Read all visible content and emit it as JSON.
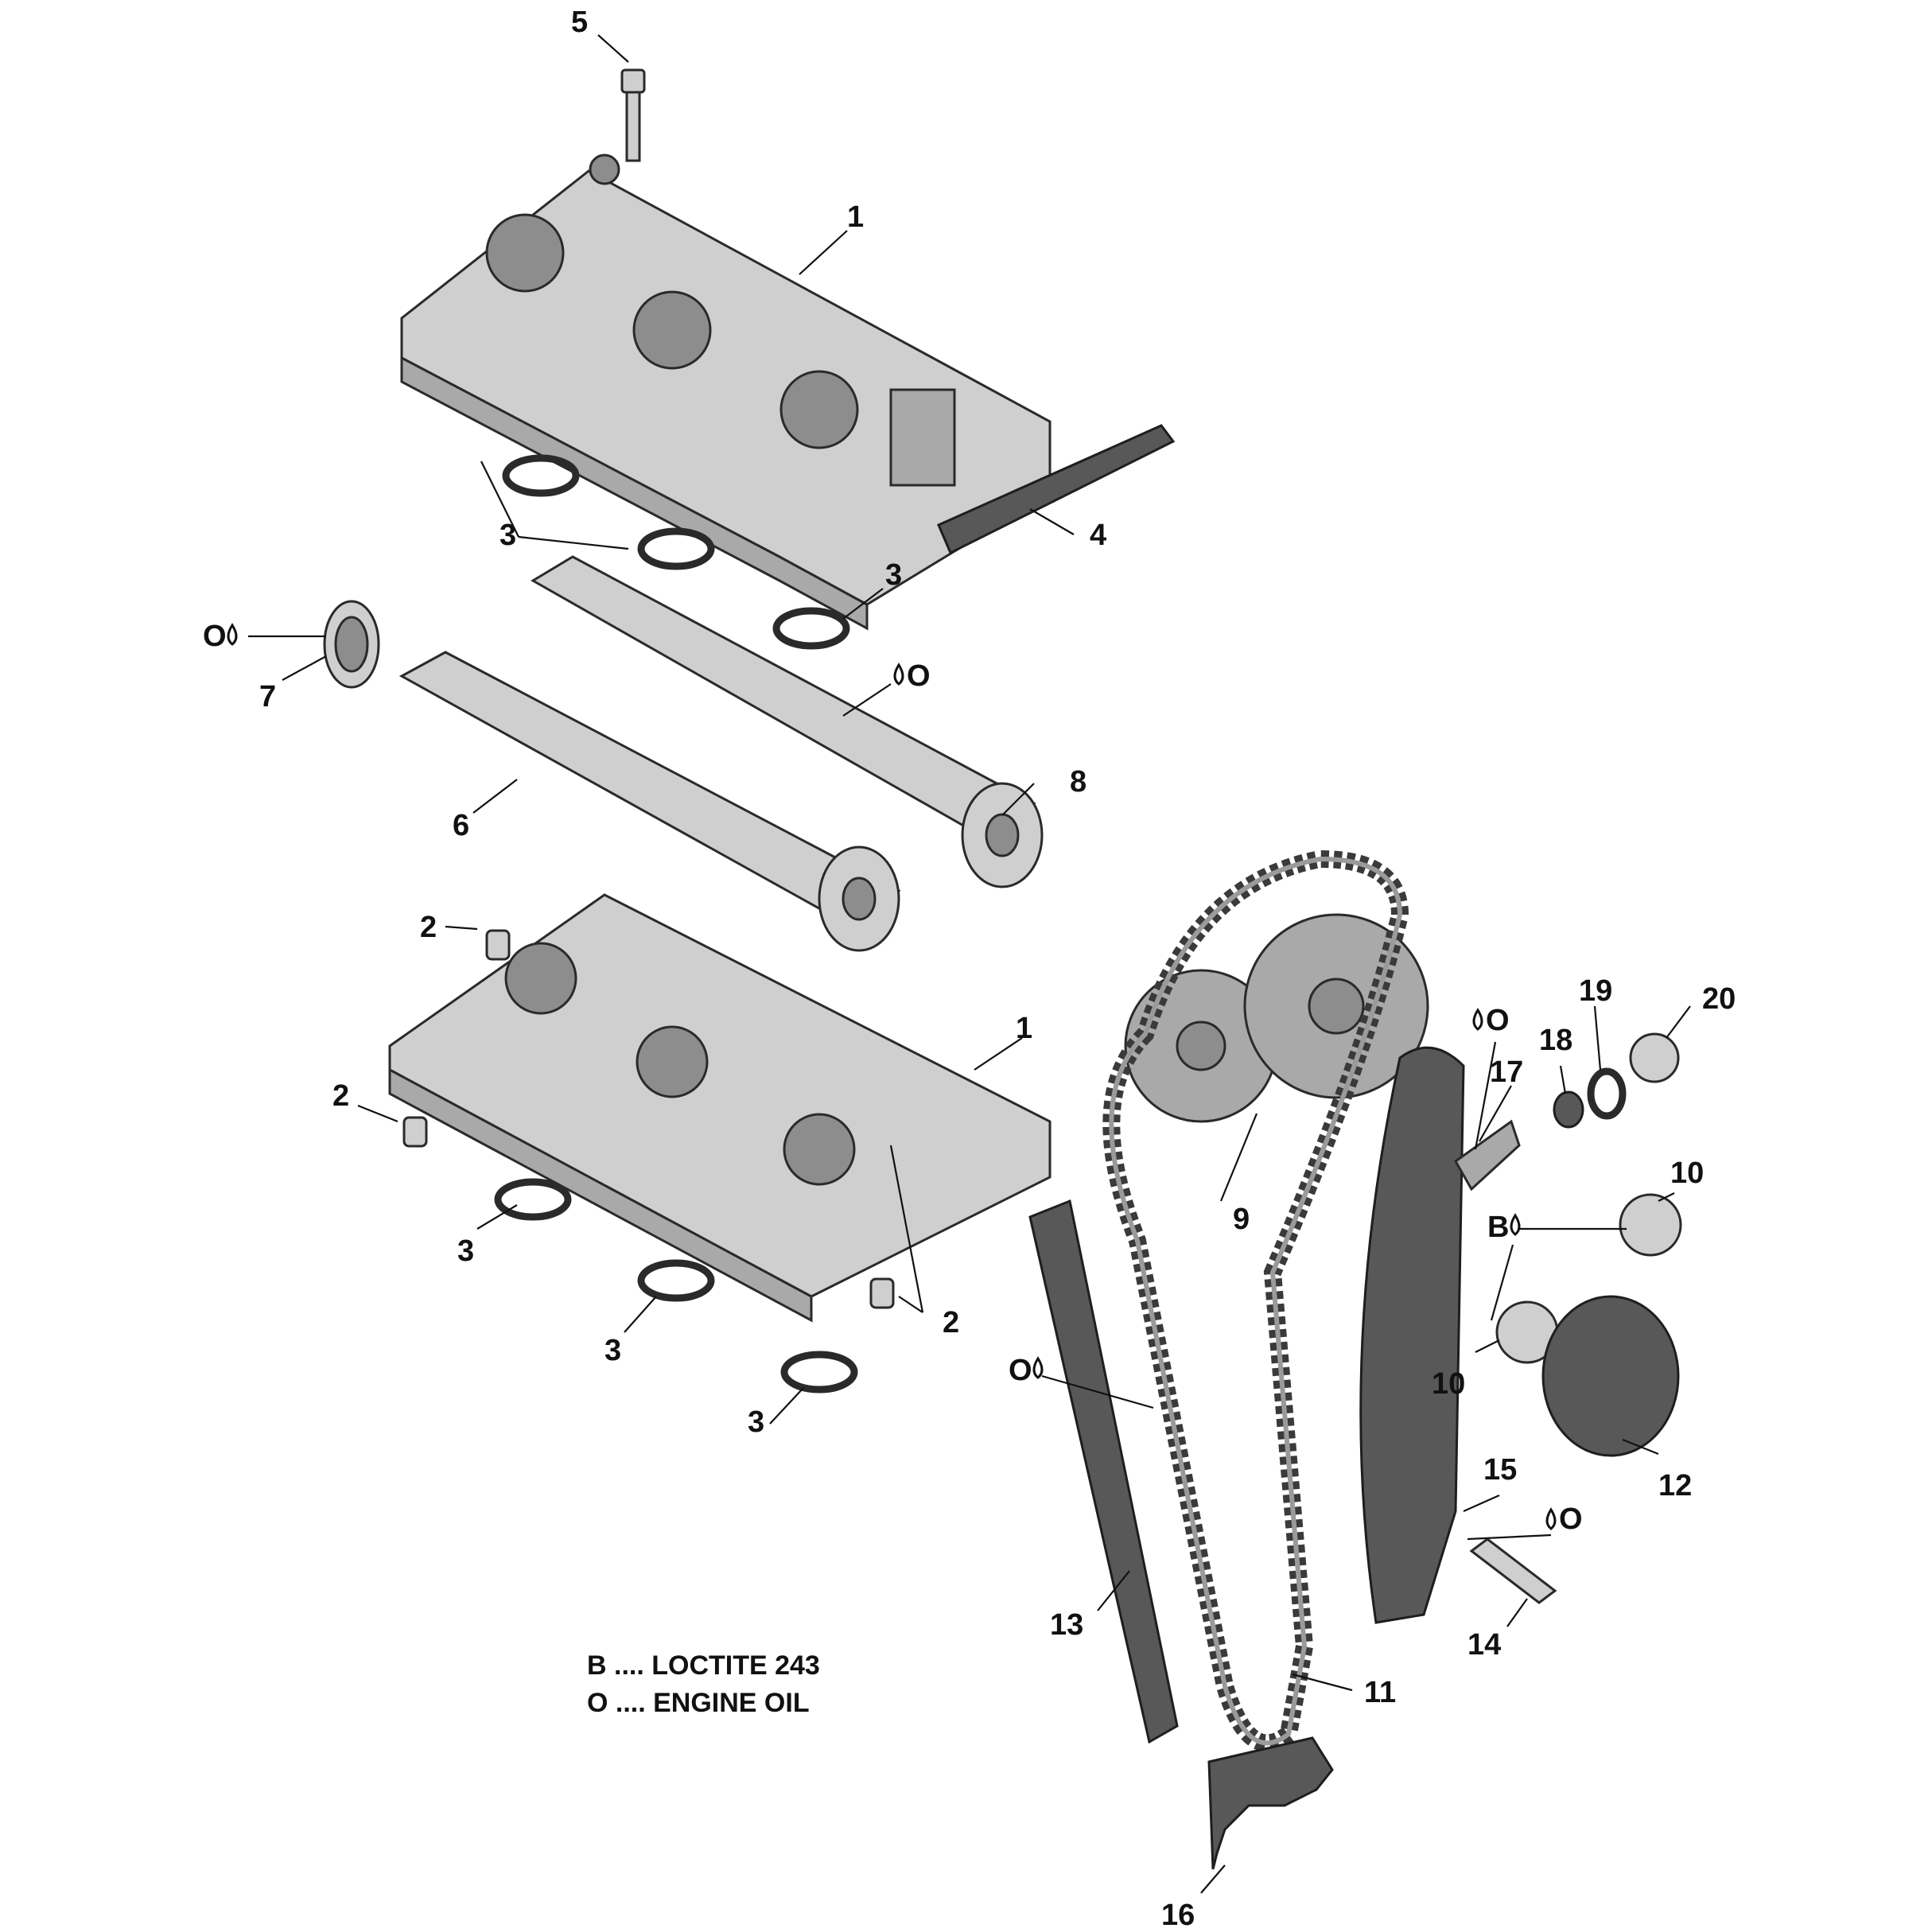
{
  "callouts": {
    "c1_top": "1",
    "c1_bottom": "1",
    "c2_a": "2",
    "c2_b": "2",
    "c2_c": "2",
    "c3_a": "3",
    "c3_b": "3",
    "c3_c": "3",
    "c3_d": "3",
    "c3_e": "3",
    "c4": "4",
    "c5": "5",
    "c6": "6",
    "c7": "7",
    "c8": "8",
    "c9": "9",
    "c10_a": "10",
    "c10_b": "10",
    "c11": "11",
    "c12": "12",
    "c13": "13",
    "c14": "14",
    "c15": "15",
    "c16": "16",
    "c17": "17",
    "c18": "18",
    "c19": "19",
    "c20": "20"
  },
  "oil_marks": {
    "o_left_7": "O",
    "o_camshaft": "O",
    "o_17": "O",
    "o_13": "O",
    "o_14": "O",
    "b_10": "B"
  },
  "legend": {
    "line1": "B .... LOCTITE 243",
    "line2": "O .... ENGINE OIL"
  }
}
